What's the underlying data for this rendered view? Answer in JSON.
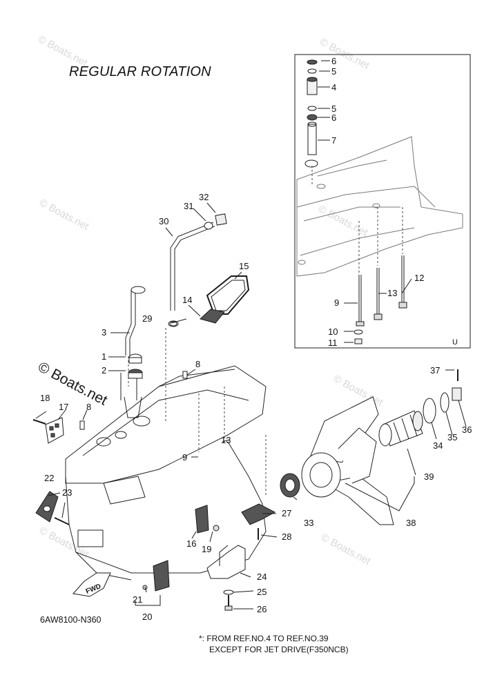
{
  "title": "REGULAR ROTATION",
  "diagram_code": "6AW8100-N360",
  "note_line1": "*: FROM REF.NO.4 TO REF.NO.39",
  "note_line2": "EXCEPT FOR JET DRIVE(F350NCB)",
  "watermark_text": "© Boats.net",
  "inset_label": "U",
  "fwd_label": "FWD",
  "callouts": [
    {
      "n": "1"
    },
    {
      "n": "2"
    },
    {
      "n": "3"
    },
    {
      "n": "4"
    },
    {
      "n": "5"
    },
    {
      "n": "5"
    },
    {
      "n": "6"
    },
    {
      "n": "6"
    },
    {
      "n": "7"
    },
    {
      "n": "8"
    },
    {
      "n": "8"
    },
    {
      "n": "9"
    },
    {
      "n": "9"
    },
    {
      "n": "10"
    },
    {
      "n": "11"
    },
    {
      "n": "12"
    },
    {
      "n": "13"
    },
    {
      "n": "13"
    },
    {
      "n": "14"
    },
    {
      "n": "15"
    },
    {
      "n": "16"
    },
    {
      "n": "17"
    },
    {
      "n": "18"
    },
    {
      "n": "19"
    },
    {
      "n": "20"
    },
    {
      "n": "21"
    },
    {
      "n": "22"
    },
    {
      "n": "23"
    },
    {
      "n": "24"
    },
    {
      "n": "25"
    },
    {
      "n": "26"
    },
    {
      "n": "27"
    },
    {
      "n": "28"
    },
    {
      "n": "29"
    },
    {
      "n": "30"
    },
    {
      "n": "31"
    },
    {
      "n": "32"
    },
    {
      "n": "33"
    },
    {
      "n": "34"
    },
    {
      "n": "35"
    },
    {
      "n": "36"
    },
    {
      "n": "37"
    },
    {
      "n": "38"
    },
    {
      "n": "39"
    }
  ],
  "colors": {
    "line": "#1a1a1a",
    "fill_light": "#f2f2f2",
    "fill_dark": "#555555"
  }
}
